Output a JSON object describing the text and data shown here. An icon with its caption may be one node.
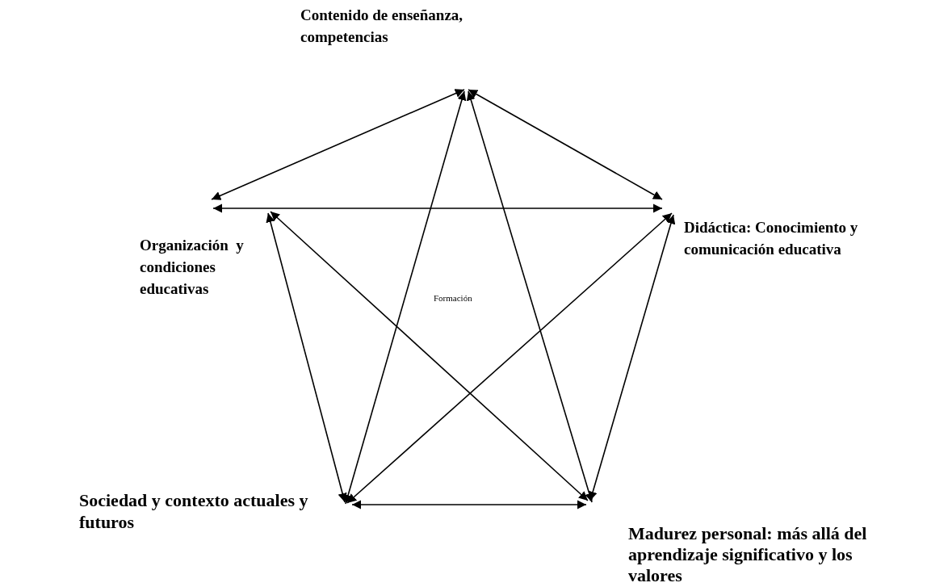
{
  "diagram": {
    "nodes": [
      {
        "text": [
          "Contenido de enseñanza, competencias"
        ]
      },
      {
        "text": [
          "Didáctica: Conocimiento y comunicación educativa"
        ]
      },
      {
        "text": [
          "Organización  y condiciones educativas"
        ]
      },
      {
        "text": [
          "Sociedad y contexto actuales y futuros"
        ]
      },
      {
        "text": [
          "Madurez personal: más allá del aprendizaje significativo y los valores"
        ]
      }
    ],
    "edges": [
      {
        "from": 0,
        "to": 2,
        "arrow": "both"
      },
      {
        "from": 0,
        "to": 1,
        "arrow": "both"
      },
      {
        "from": 2,
        "to": 1,
        "arrow": "both"
      },
      {
        "from": 0,
        "to": 3,
        "arrow": "both"
      },
      {
        "from": 0,
        "to": 4,
        "arrow": "both"
      },
      {
        "from": 2,
        "to": 3,
        "arrow": "both"
      },
      {
        "from": 2,
        "to": 4,
        "arrow": "both"
      },
      {
        "from": 1,
        "to": 3,
        "arrow": "both"
      },
      {
        "from": 1,
        "to": 4,
        "arrow": "both"
      },
      {
        "from": 3,
        "to": 4,
        "arrow": "both"
      }
    ],
    "labels": [
      "Formación"
    ]
  }
}
